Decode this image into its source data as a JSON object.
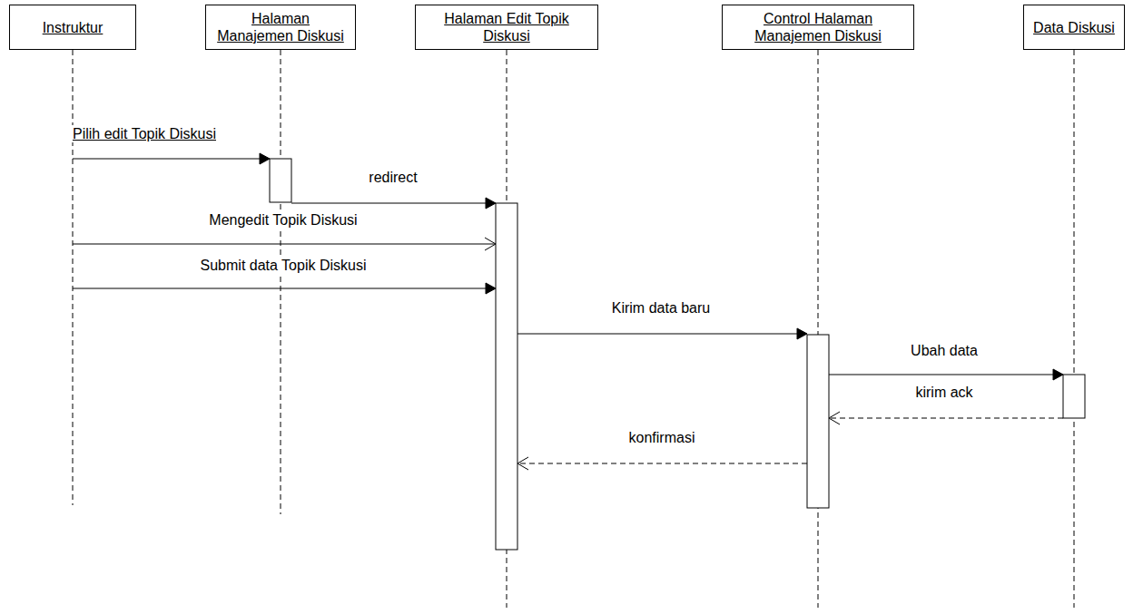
{
  "diagram": {
    "nodes": [
      {
        "text": [
          "Instruktur"
        ]
      },
      {
        "text": [
          "Halaman Manajemen Diskusi"
        ]
      },
      {
        "text": [
          "Halaman Edit Topik Diskusi"
        ]
      },
      {
        "text": [
          "Control Halaman Manajemen Diskusi"
        ]
      },
      {
        "text": [
          "Data Diskusi"
        ]
      }
    ],
    "edges": [
      {
        "from": 0,
        "to": 1,
        "label": "Pilih edit Topik Diskusi",
        "arrow": "to"
      },
      {
        "from": 1,
        "to": 2,
        "label": "redirect",
        "arrow": "to"
      },
      {
        "from": 0,
        "to": 2,
        "label": "Mengedit Topik Diskusi",
        "arrow": "to"
      },
      {
        "from": 0,
        "to": 2,
        "label": "Submit data Topik Diskusi",
        "arrow": "to"
      },
      {
        "from": 2,
        "to": 3,
        "label": "Kirim data baru",
        "arrow": "to"
      },
      {
        "from": 3,
        "to": 4,
        "label": "Ubah data",
        "arrow": "to"
      },
      {
        "from": 4,
        "to": 3,
        "label": "kirim ack",
        "arrow": "to"
      },
      {
        "from": 3,
        "to": 2,
        "label": "konfirmasi",
        "arrow": "to"
      }
    ]
  }
}
